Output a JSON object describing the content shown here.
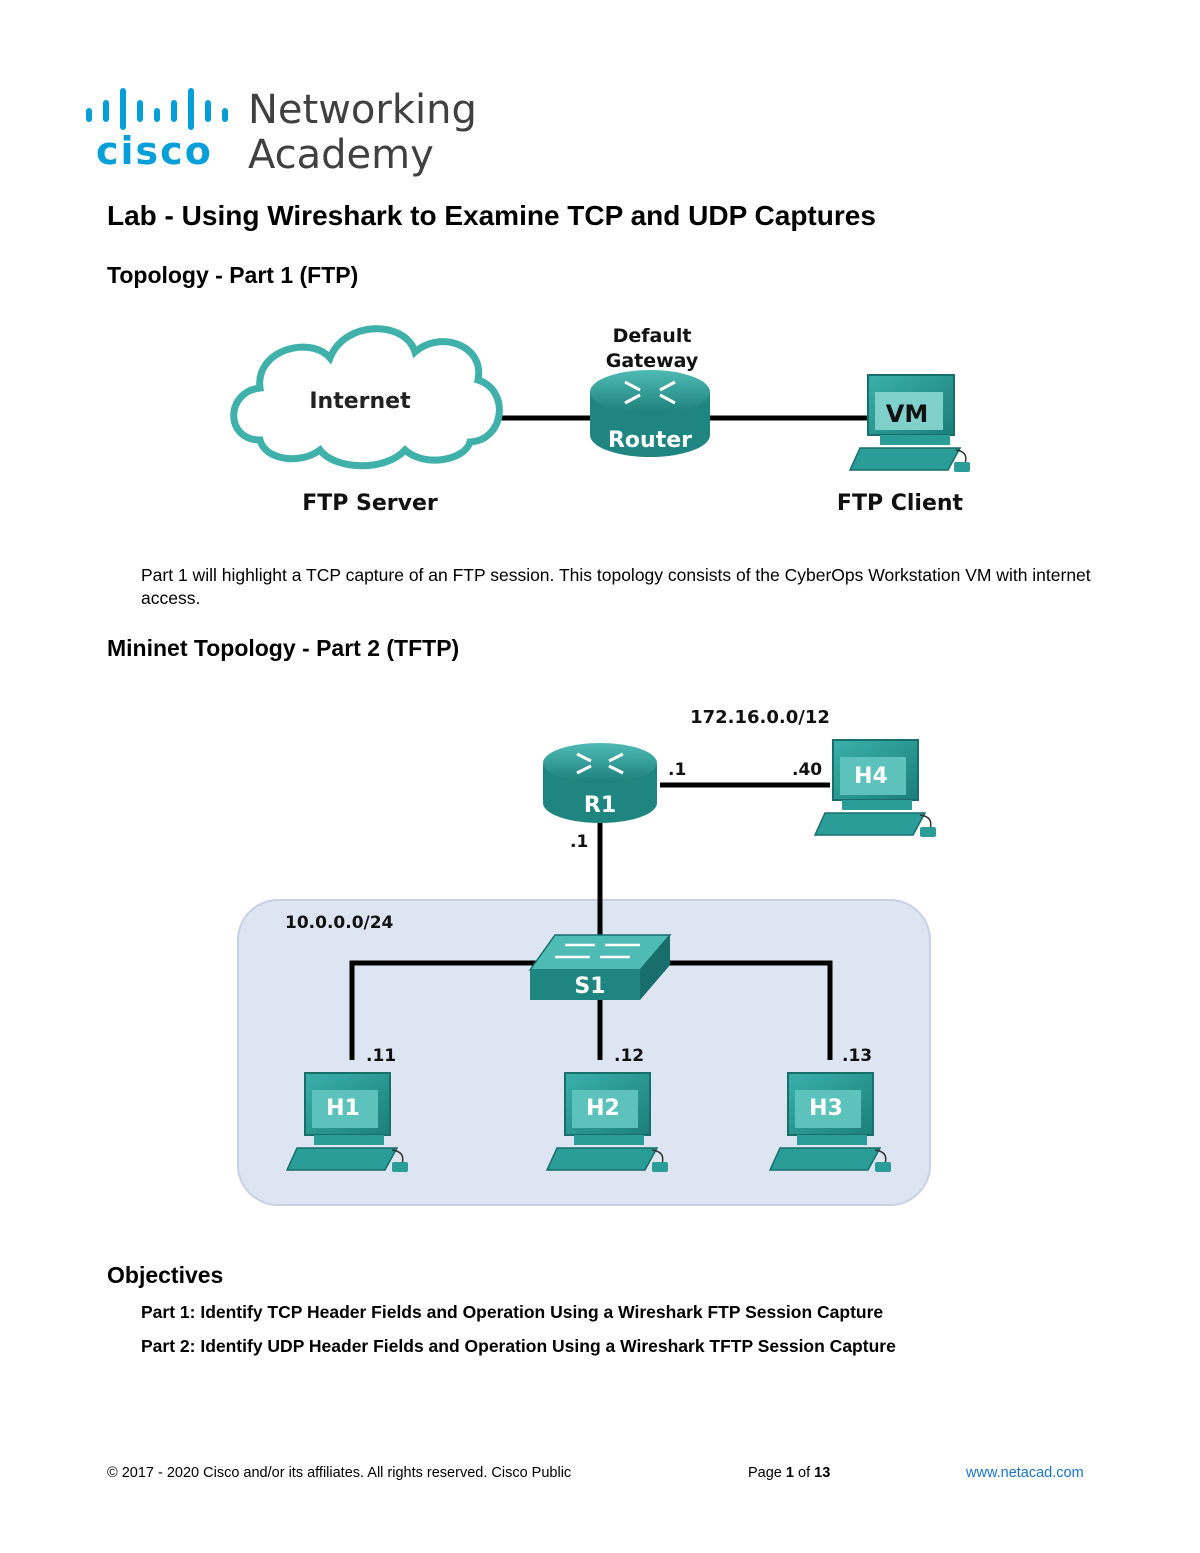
{
  "header": {
    "logo": {
      "wordmark": "cisco",
      "line1": "Networking",
      "line2": "Academy",
      "icon": "cisco-bridge-logo",
      "color": "#049fd9"
    }
  },
  "document": {
    "title": "Lab - Using Wireshark to Examine TCP and UDP Captures",
    "topology1_heading": "Topology - Part 1 (FTP)",
    "topology1_description": "Part 1 will highlight a TCP capture of an FTP session. This topology consists of the CyberOps Workstation VM with internet access.",
    "topology2_heading": "Mininet Topology - Part 2 (TFTP)",
    "objectives_heading": "Objectives",
    "objectives": [
      "Part 1: Identify TCP Header Fields and Operation Using a Wireshark FTP Session Capture",
      "Part 2: Identify UDP Header Fields and Operation Using a Wireshark TFTP Session Capture"
    ]
  },
  "diagram1": {
    "cloud_label": "Internet",
    "cloud_caption": "FTP Server",
    "router_top_label_line1": "Default",
    "router_top_label_line2": "Gateway",
    "router_label": "Router",
    "pc_label": "VM",
    "pc_caption": "FTP Client"
  },
  "diagram2": {
    "router_label": "R1",
    "network_wan": "172.16.0.0/12",
    "router_wan_addr": ".1",
    "h4_addr": ".40",
    "h4_label": "H4",
    "router_lan_addr": ".1",
    "lan_network": "10.0.0.0/24",
    "switch_label": "S1",
    "hosts": [
      {
        "label": "H1",
        "addr": ".11"
      },
      {
        "label": "H2",
        "addr": ".12"
      },
      {
        "label": "H3",
        "addr": ".13"
      }
    ]
  },
  "colors": {
    "teal": "#2a9d98",
    "teal_dark": "#176e6b",
    "lan_bg": "#dde5f2",
    "link": "#1a73c7"
  },
  "footer": {
    "copyright": "© 2017 - 2020 Cisco and/or its affiliates. All rights reserved. Cisco Public",
    "page_label": "Page",
    "page_current": "1",
    "page_of": "of",
    "page_total": "13",
    "website": "www.netacad.com"
  }
}
